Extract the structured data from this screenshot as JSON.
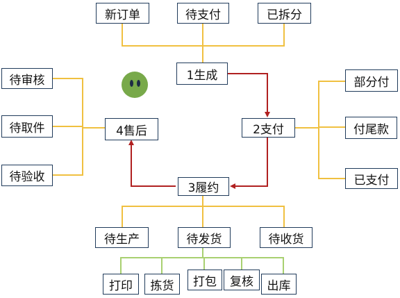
{
  "main": {
    "n1": "1生成",
    "n2": "2支付",
    "n3": "3履约",
    "n4": "4售后"
  },
  "gen": [
    "新订单",
    "待支付",
    "已拆分"
  ],
  "pay": [
    "部分付",
    "付尾款",
    "已支付"
  ],
  "fulfill": [
    "待生产",
    "待发货",
    "待收货"
  ],
  "ship": [
    "打印",
    "拣货",
    "打包",
    "复核",
    "出库"
  ],
  "after": [
    "待审核",
    "待取件",
    "待验收"
  ],
  "colors": {
    "gold": "#f0c040",
    "green": "#a8d070",
    "red": "#b02020",
    "border": "#1f3a5a",
    "face": "#78a94a"
  },
  "icons": {
    "face": "green-smiley-icon"
  }
}
